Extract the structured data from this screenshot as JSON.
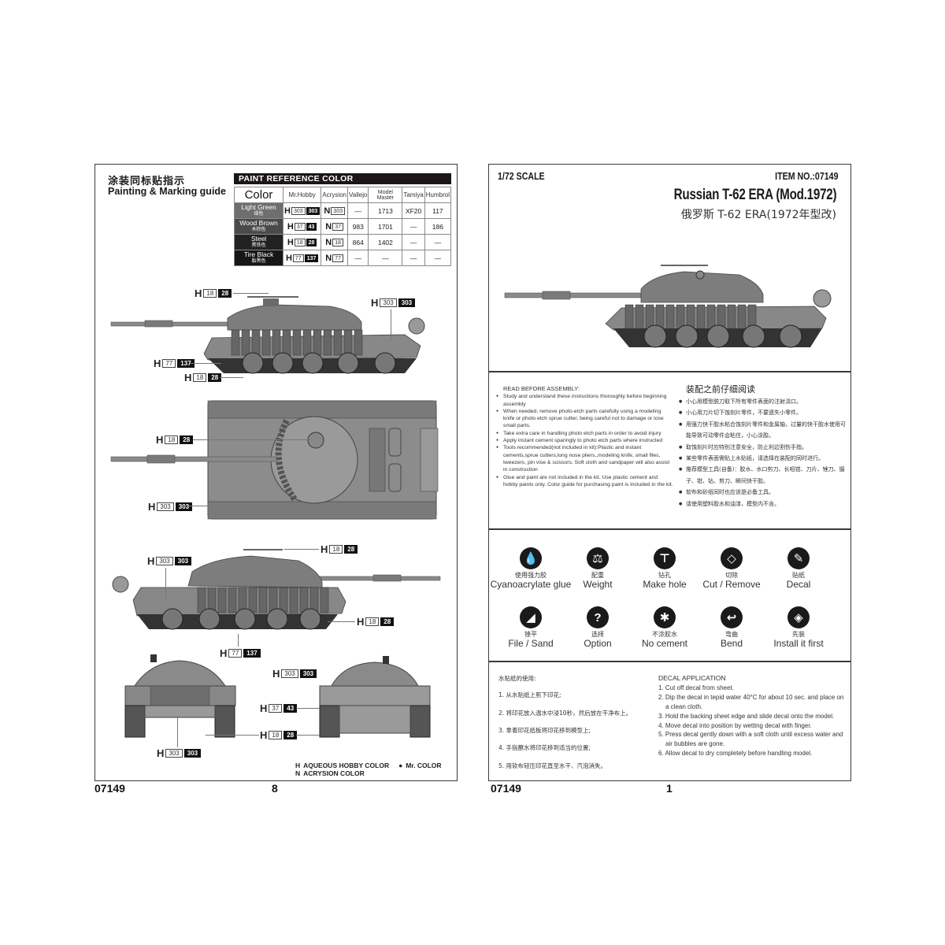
{
  "left_page": {
    "title_cn": "涂装同标贴指示",
    "title_en": "Painting & Marking guide",
    "paint_reference": {
      "header": "PAINT  REFERENCE COLOR",
      "columns": [
        "Color",
        "Mr.Hobby",
        "Acrysion",
        "Vallejo",
        "Model Master",
        "Tamiya",
        "Humbrol"
      ],
      "rows": [
        {
          "color_en": "Light Green",
          "color_cn": "绿色",
          "swatch": "#6e6e6e",
          "mr_hobby_h": "303",
          "mr_hobby_c": "303",
          "acrysion_n": "303",
          "vallejo": "—",
          "model_master": "1713",
          "tamiya": "XF20",
          "humbrol": "117"
        },
        {
          "color_en": "Wood Brown",
          "color_cn": "木棕色",
          "swatch": "#4a4a4a",
          "mr_hobby_h": "37",
          "mr_hobby_c": "43",
          "acrysion_n": "37",
          "vallejo": "983",
          "model_master": "1701",
          "tamiya": "—",
          "humbrol": "186"
        },
        {
          "color_en": "Steel",
          "color_cn": "黑铁色",
          "swatch": "#222222",
          "mr_hobby_h": "18",
          "mr_hobby_c": "28",
          "acrysion_n": "18",
          "vallejo": "864",
          "model_master": "1402",
          "tamiya": "—",
          "humbrol": "—"
        },
        {
          "color_en": "Tire Black",
          "color_cn": "胎黑色",
          "swatch": "#161616",
          "mr_hobby_h": "77",
          "mr_hobby_c": "137",
          "acrysion_n": "77",
          "vallejo": "—",
          "model_master": "—",
          "tamiya": "—",
          "humbrol": "—"
        }
      ]
    },
    "callouts": {
      "side1_mg": {
        "prefix": "H",
        "a": "18",
        "b": "28"
      },
      "side1_hull": {
        "prefix": "H",
        "a": "303",
        "b": "303"
      },
      "side1_wheels": {
        "prefix": "H",
        "a": "77",
        "b": "137"
      },
      "side1_track": {
        "prefix": "H",
        "a": "18",
        "b": "28"
      },
      "top_gun": {
        "prefix": "H",
        "a": "18",
        "b": "28"
      },
      "top_hull": {
        "prefix": "H",
        "a": "303",
        "b": "303"
      },
      "side2_hull": {
        "prefix": "H",
        "a": "303",
        "b": "303"
      },
      "side2_mg": {
        "prefix": "H",
        "a": "18",
        "b": "28"
      },
      "side2_track": {
        "prefix": "H",
        "a": "18",
        "b": "28"
      },
      "side2_wheels": {
        "prefix": "H",
        "a": "77",
        "b": "137"
      },
      "rear_hull": {
        "prefix": "H",
        "a": "303",
        "b": "303"
      },
      "rear_wood": {
        "prefix": "H",
        "a": "37",
        "b": "43"
      },
      "rear_track": {
        "prefix": "H",
        "a": "18",
        "b": "28"
      },
      "front_hull": {
        "prefix": "H",
        "a": "303",
        "b": "303"
      }
    },
    "legend": {
      "h_label": "H",
      "h_text": "AQUEOUS HOBBY COLOR",
      "mr_text": "Mr. COLOR",
      "n_label": "N",
      "n_text": "ACRYSION COLOR"
    },
    "footer_item": "07149",
    "footer_page": "8"
  },
  "right_page": {
    "scale": "1/72  SCALE",
    "item_no": "ITEM NO.:07149",
    "title_en": "Russian T-62 ERA (Mod.1972)",
    "title_cn": "俄罗斯 T-62 ERA(1972年型改)",
    "read_before": {
      "heading_en": "READ BEFORE ASSEMBLY:",
      "items_en": [
        "Study and understand these instructions thoroughly before beginning assembly",
        "When needed, remove photo-etch parts carefully using a modeling knife or photo etch sprue cutter, being careful not to damage or lose small parts.",
        "Take extra care in handling photo etch parts in order to avoid injury",
        "Apply instant cement sparingly to photo etch parts where instructed",
        "Tools recommended(not included in kit):Plastic and instant cements,sprue cutters,long nose pliers,,modeling knife, small files, tweezers, pin vise & scissors. Soft cloth and sandpaper will also assist in construction",
        "Glue and paint are not included in the kit. Use plastic cement and hobby paints only. Color guide for purchasing paint is included in the kit."
      ],
      "heading_cn": "装配之前仔细阅读",
      "items_cn": [
        "小心用模型脱刀取下所有零件表面的注射浇口。",
        "小心用刀片切下蚀刻片零件，不要遗失小零件。",
        "用强力快干胶水粘合蚀刻片零件和金属轴，过量的快干胶水使用可能导致可动零件会粘住，小心涂胶。",
        "取蚀刻片时应特别注意安全，防止利边割伤手指。",
        "某些零件表面需贴上水贴纸，请选择在装配的同时进行。",
        "推荐模型工具(自备)：胶水、水口剪刀、长咀钳、刀片、锉刀、镊子、钳、钻、剪刀、瞬间快干胶。",
        "软布和砂纸同时也应该是必备工具。",
        "请使用塑料胶水和油漆，模型内不含。"
      ]
    },
    "symbols": [
      {
        "cn": "使用强力胶",
        "en": "Cyanoacrylate glue",
        "icon": "glue-drop-icon",
        "glyph": "💧"
      },
      {
        "cn": "配重",
        "en": "Weight",
        "icon": "weight-icon",
        "glyph": "⚖"
      },
      {
        "cn": "钻孔",
        "en": "Make hole",
        "icon": "drill-icon",
        "glyph": "⊤"
      },
      {
        "cn": "切除",
        "en": "Cut / Remove",
        "icon": "cut-icon",
        "glyph": "◇"
      },
      {
        "cn": "贴纸",
        "en": "Decal",
        "icon": "decal-icon",
        "glyph": "✎"
      },
      {
        "cn": "锉平",
        "en": "File / Sand",
        "icon": "file-icon",
        "glyph": "◢"
      },
      {
        "cn": "选择",
        "en": "Option",
        "icon": "question-icon",
        "glyph": "?"
      },
      {
        "cn": "不涂胶水",
        "en": "No cement",
        "icon": "no-cement-icon",
        "glyph": "✱"
      },
      {
        "cn": "弯曲",
        "en": "Bend",
        "icon": "bend-icon",
        "glyph": "↩"
      },
      {
        "cn": "先装",
        "en": "Install it first",
        "icon": "install-first-icon",
        "glyph": "◈"
      }
    ],
    "decal_cn": {
      "heading": "水贴纸的使用:",
      "items": [
        "1. 从水贴纸上剪下印花;",
        "2. 将印花放入温水中浸10秒，然后放在干净布上。",
        "3. 拿着印花纸板将印花移到模型上;",
        "4. 手指蘸水将印花移到适当的位置;",
        "5. 用软布轻压印花直至水干、汽泡消失。"
      ]
    },
    "decal_en": {
      "heading": "DECAL APPLICATION",
      "items": [
        "1. Cut off decal from sheet.",
        "2. Dip the decal in tepid water 40°C for about 10 sec. and place on a clean cloth.",
        "3. Hold the backing sheet edge and slide decal onto the model.",
        "4. Move decal into position by wetting decal with finger.",
        "5. Press decal gently down with a soft cloth until excess water and air bubbles are gone.",
        "6. Allow decal to dry completely before handling model."
      ]
    },
    "footer_item": "07149",
    "footer_page": "1"
  }
}
